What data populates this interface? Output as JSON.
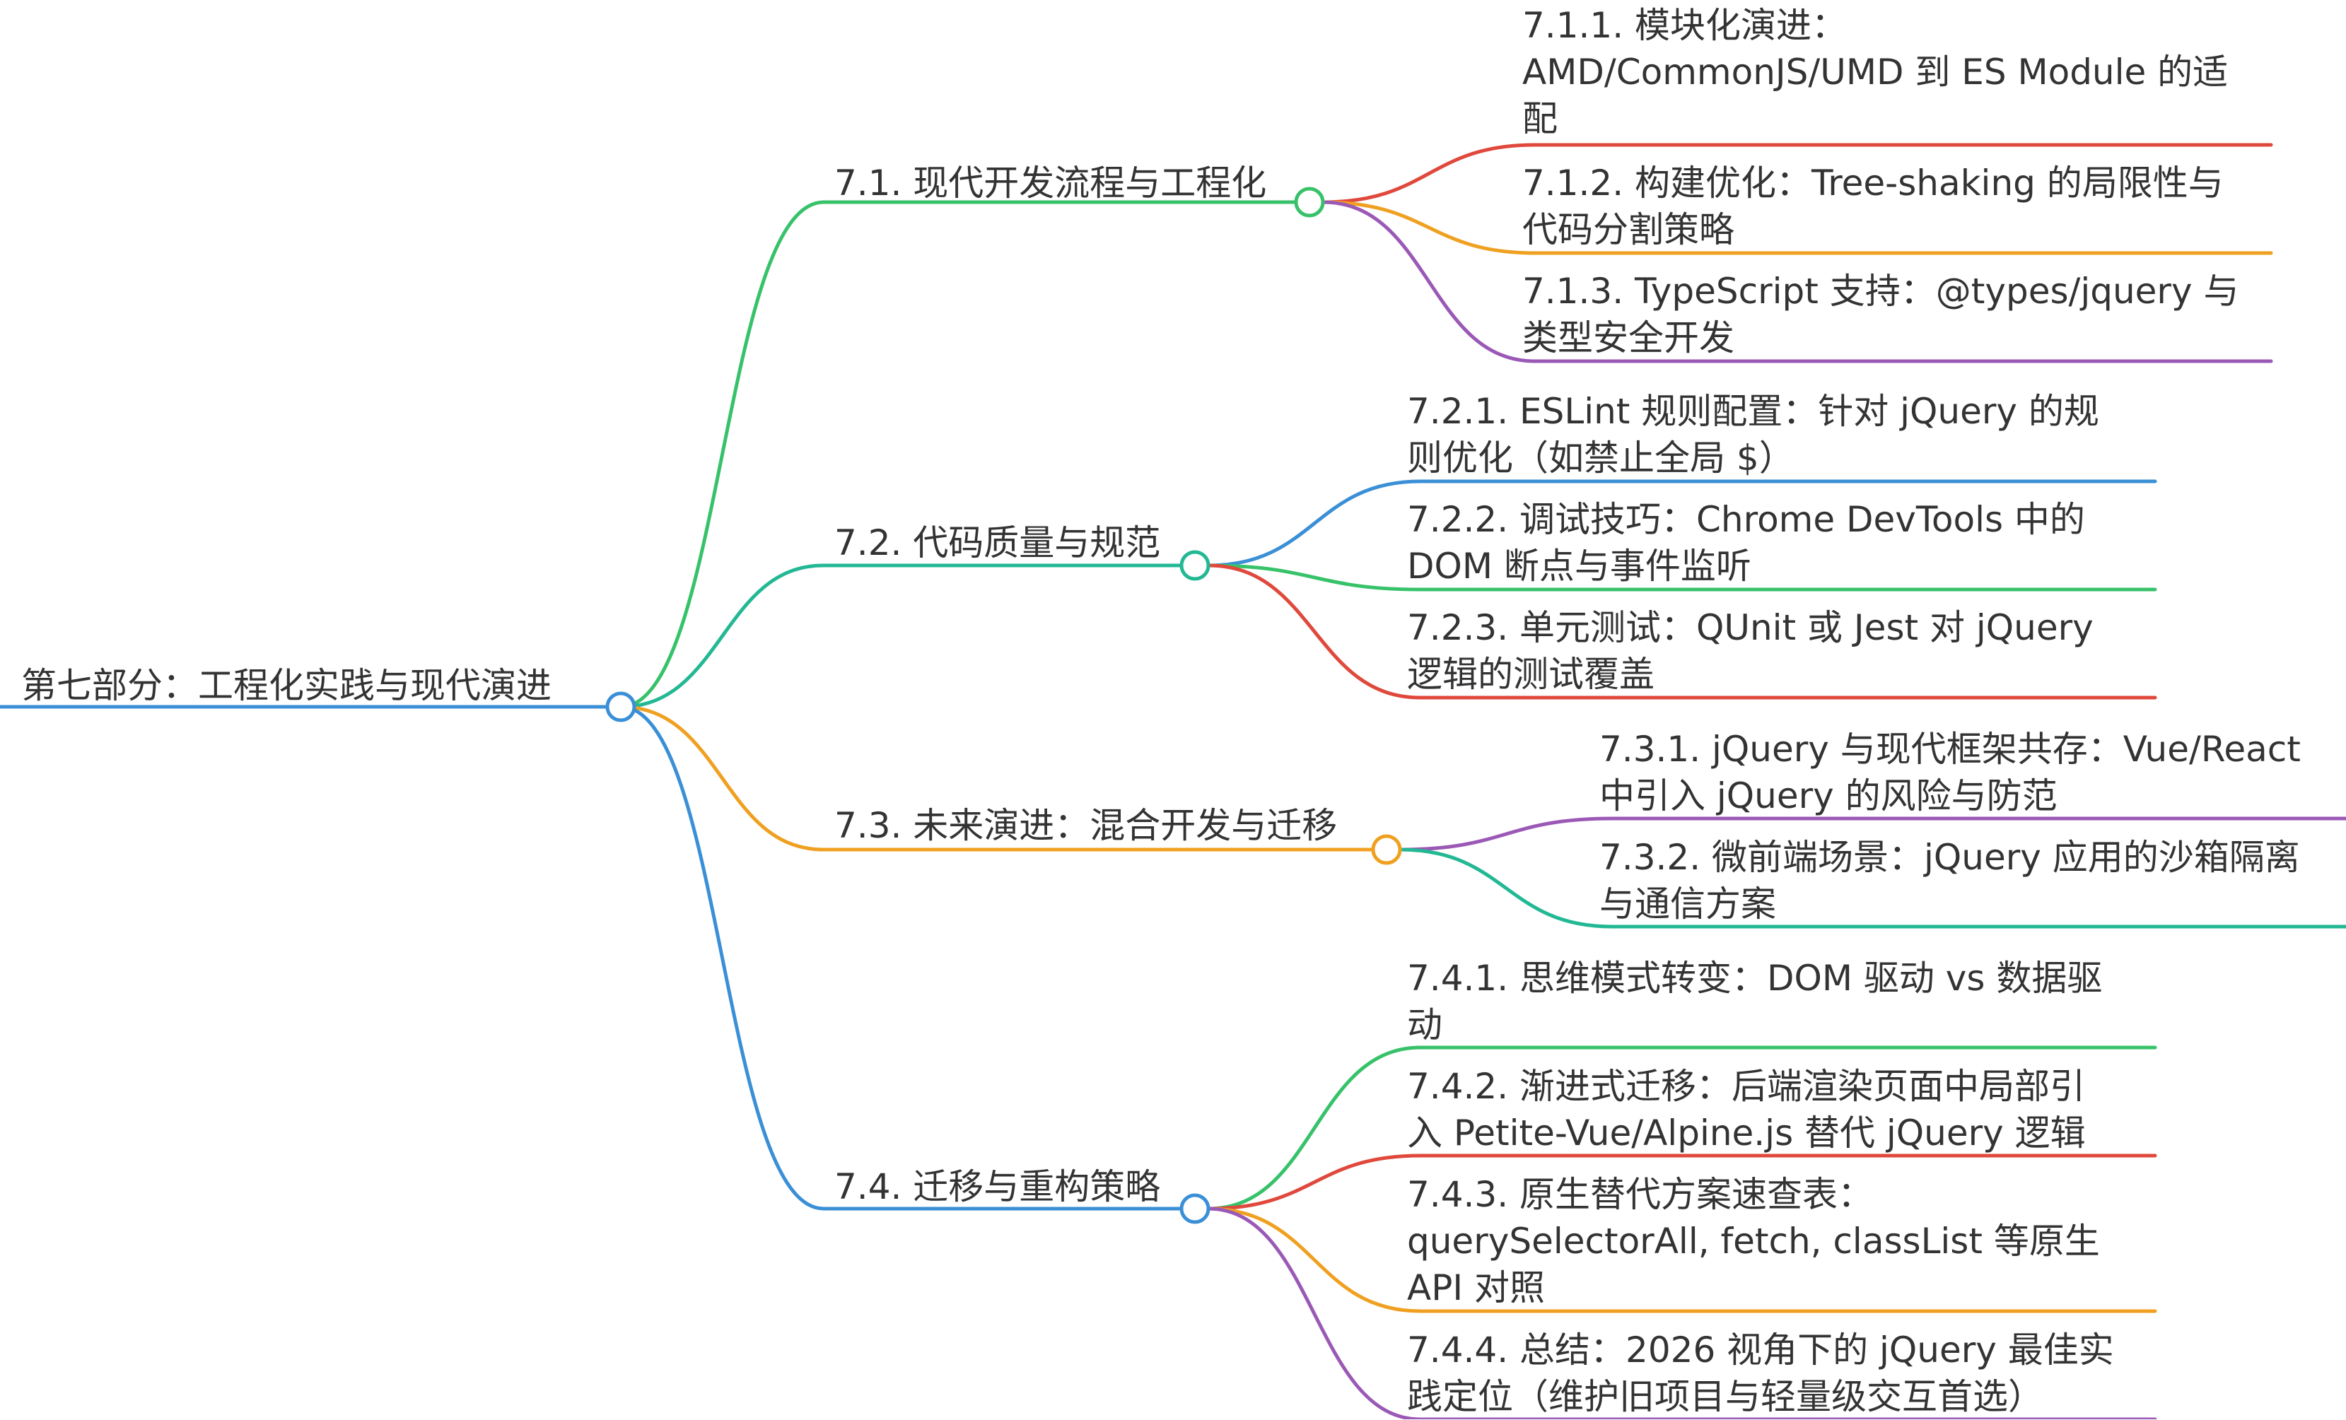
{
  "colors": {
    "blue": "#3a8fd6",
    "green": "#37c26a",
    "teal": "#23b894",
    "orange": "#f0a020",
    "red": "#e0483c",
    "purple": "#9b59b6"
  },
  "root": {
    "label": "第七部分：工程化实践与现代演进",
    "color": "blue"
  },
  "branches": [
    {
      "label": "7.1. 现代开发流程与工程化",
      "color": "green",
      "children": [
        {
          "label": "7.1.1. 模块化演进：\nAMD/CommonJS/UMD 到 ES Module 的适\n配",
          "color": "red"
        },
        {
          "label": "7.1.2. 构建优化：Tree-shaking 的局限性与\n代码分割策略",
          "color": "orange"
        },
        {
          "label": "7.1.3. TypeScript 支持：@types/jquery 与\n类型安全开发",
          "color": "purple"
        }
      ]
    },
    {
      "label": "7.2. 代码质量与规范",
      "color": "teal",
      "children": [
        {
          "label": "7.2.1. ESLint 规则配置：针对 jQuery 的规\n则优化（如禁止全局 $）",
          "color": "blue"
        },
        {
          "label": "7.2.2. 调试技巧：Chrome DevTools 中的\nDOM 断点与事件监听",
          "color": "green"
        },
        {
          "label": "7.2.3. 单元测试：QUnit 或 Jest 对 jQuery\n逻辑的测试覆盖",
          "color": "red"
        }
      ]
    },
    {
      "label": "7.3. 未来演进：混合开发与迁移",
      "color": "orange",
      "children": [
        {
          "label": "7.3.1. jQuery 与现代框架共存：Vue/React\n中引入 jQuery 的风险与防范",
          "color": "purple"
        },
        {
          "label": "7.3.2. 微前端场景：jQuery 应用的沙箱隔离\n与通信方案",
          "color": "teal"
        }
      ]
    },
    {
      "label": "7.4. 迁移与重构策略",
      "color": "blue",
      "children": [
        {
          "label": "7.4.1. 思维模式转变：DOM 驱动 vs 数据驱\n动",
          "color": "green"
        },
        {
          "label": "7.4.2. 渐进式迁移：后端渲染页面中局部引\n入 Petite-Vue/Alpine.js 替代 jQuery 逻辑",
          "color": "red"
        },
        {
          "label": "7.4.3. 原生替代方案速查表：\nquerySelectorAll, fetch, classList 等原生\nAPI 对照",
          "color": "orange"
        },
        {
          "label": "7.4.4. 总结：2026 视角下的 jQuery 最佳实\n践定位（维护旧项目与轻量级交互首选）",
          "color": "purple"
        }
      ]
    }
  ]
}
